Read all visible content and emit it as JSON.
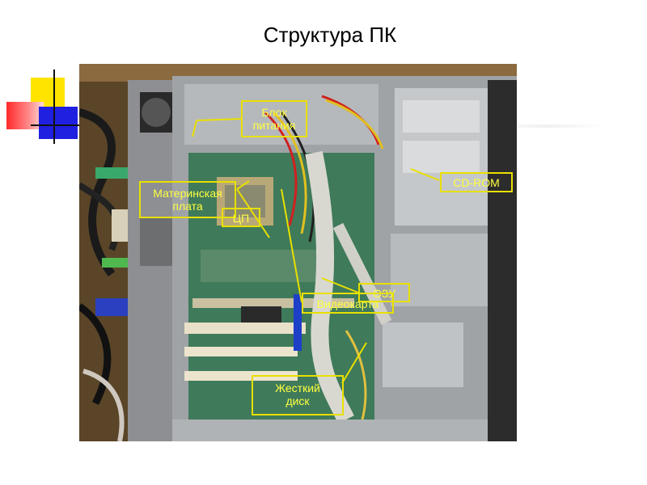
{
  "slide": {
    "title": "Структура ПК"
  },
  "labels": {
    "power_supply": "Блок\nпитания",
    "cdrom": "CD-ROM",
    "motherboard": "Материнская\nплата",
    "cpu": "ЦП",
    "ram": "ОЗУ",
    "video_card": "Видеокарта",
    "hard_disk": "Жесткий\nдиск"
  },
  "colors": {
    "label_border": "#e8e000",
    "label_text": "#ffff40",
    "label_fill": "#0a8a7a"
  }
}
